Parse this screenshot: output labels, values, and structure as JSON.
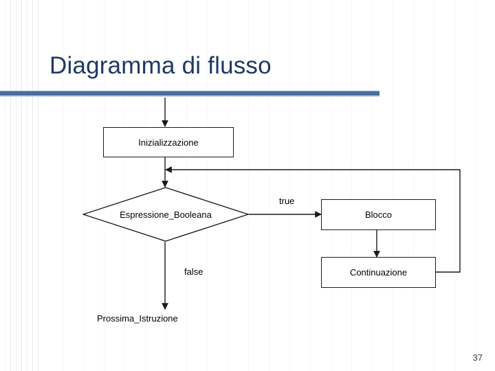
{
  "slide": {
    "title": "Diagramma di flusso",
    "page_number": "37",
    "accent_color": "#4A6E9E",
    "title_color": "#1F3864",
    "background_color": "#FFFFFF"
  },
  "diagram": {
    "type": "flowchart",
    "nodes": [
      {
        "id": "init",
        "shape": "rectangle",
        "label": "Inizializzazione"
      },
      {
        "id": "condition",
        "shape": "diamond",
        "label": "Espressione_Booleana"
      },
      {
        "id": "block",
        "shape": "rectangle",
        "label": "Blocco"
      },
      {
        "id": "continue",
        "shape": "rectangle",
        "label": "Continuazione"
      },
      {
        "id": "next",
        "shape": "none",
        "label": "Prossima_Istruzione"
      }
    ],
    "edge_labels": {
      "true": "true",
      "false": "false"
    }
  }
}
